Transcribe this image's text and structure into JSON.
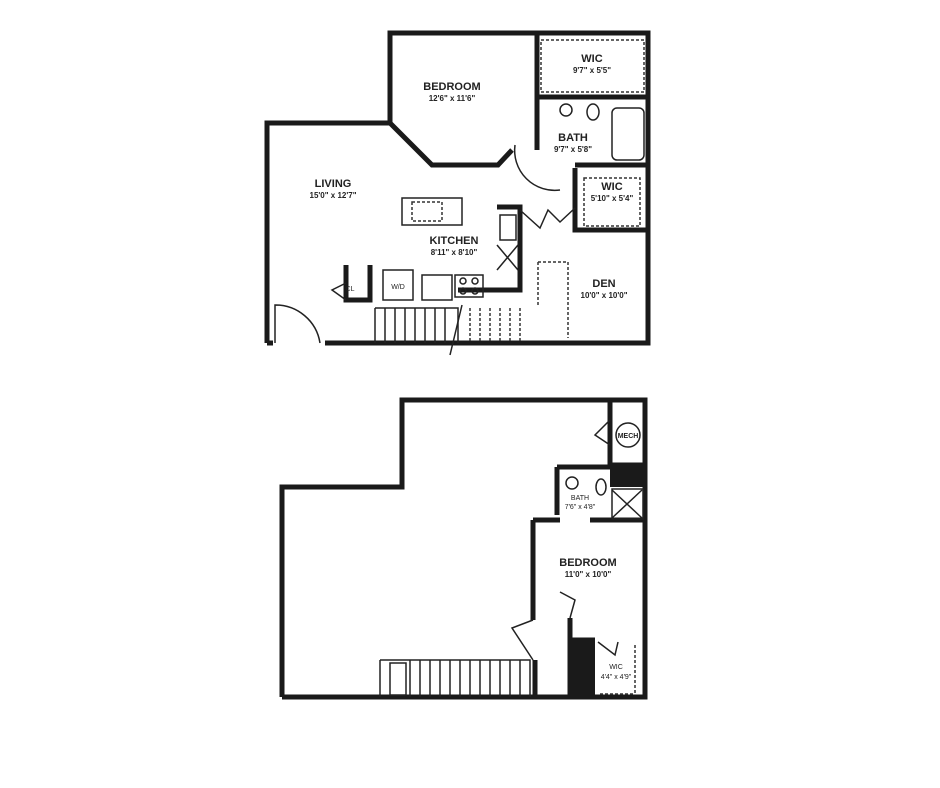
{
  "upper_plan": {
    "rooms": [
      {
        "name": "BEDROOM",
        "size": "12'6\" x 11'6\""
      },
      {
        "name": "WIC",
        "size": "9'7\" x 5'5\""
      },
      {
        "name": "BATH",
        "size": "9'7\" x 5'8\""
      },
      {
        "name": "LIVING",
        "size": "15'0\" x 12'7\""
      },
      {
        "name": "WIC",
        "size": "5'10\" x 5'4\""
      },
      {
        "name": "KITCHEN",
        "size": "8'11\" x 8'10\""
      },
      {
        "name": "DEN",
        "size": "10'0\" x 10'0\""
      }
    ],
    "fixtures": {
      "closet": "CL",
      "washer_dryer": "W/D"
    }
  },
  "lower_plan": {
    "rooms": [
      {
        "name": "BATH",
        "size": "7'6\" x 4'8\""
      },
      {
        "name": "BEDROOM",
        "size": "11'0\" x 10'0\""
      },
      {
        "name": "WIC",
        "size": "4'4\" x 4'9\""
      }
    ],
    "fixtures": {
      "mech": "MECH"
    }
  }
}
